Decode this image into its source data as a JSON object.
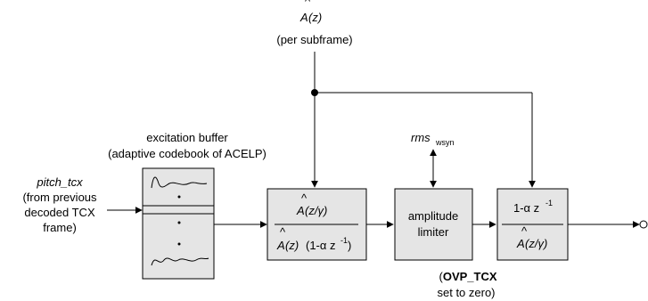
{
  "filter_input": {
    "symbol": "A",
    "arg": "(z)",
    "note": "(per subframe)"
  },
  "pitch_input": {
    "name": "pitch_tcx",
    "lines": [
      "(from previous",
      "decoded TCX",
      "frame)"
    ]
  },
  "excitation_buffer": {
    "title": "excitation buffer",
    "subtitle": "(adaptive codebook of ACELP)"
  },
  "synthesis_filter": {
    "numerator_symbol": "A",
    "numerator_arg": "(z/γ)",
    "denominator_symbol": "A",
    "denominator_arg": "(z)",
    "denominator_tail": "(1-α z",
    "exponent": "-1",
    "close_paren": ")"
  },
  "amplitude_limiter": {
    "line1": "amplitude",
    "line2": "limiter",
    "rms_label": "rms",
    "rms_subscript": "wsyn",
    "note_open": "(",
    "note_bold": "OVP_TCX",
    "note_line2": "set to zero)"
  },
  "deemphasis_filter": {
    "numerator": "1-α z",
    "exponent": "-1",
    "denominator_symbol": "A",
    "denominator_arg": "(z/γ)"
  }
}
